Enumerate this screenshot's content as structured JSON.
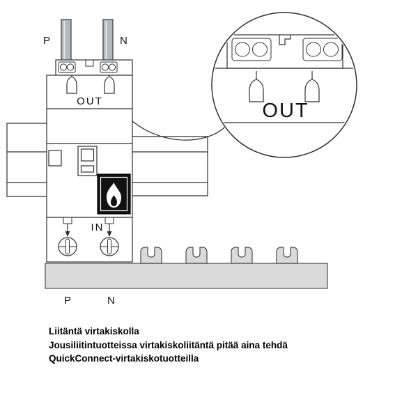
{
  "labels": {
    "phase_top": "P",
    "neutral_top": "N",
    "out": "OUT",
    "in": "IN",
    "phase_bottom": "P",
    "neutral_bottom": "N",
    "zoom_out": "OUT"
  },
  "caption": {
    "lines": [
      "Liitäntä virtakiskolla",
      "Jousiliitintuotteissa virtakiskoliitäntä pitää aina tehdä",
      "QuickConnect-virtakiskotuotteilla"
    ]
  },
  "colors": {
    "line": "#2f2f2f",
    "wire_fill": "#b4b8bb",
    "busbar_fill": "#dadada",
    "flame_box_fill": "#121212",
    "background": "#ffffff"
  }
}
